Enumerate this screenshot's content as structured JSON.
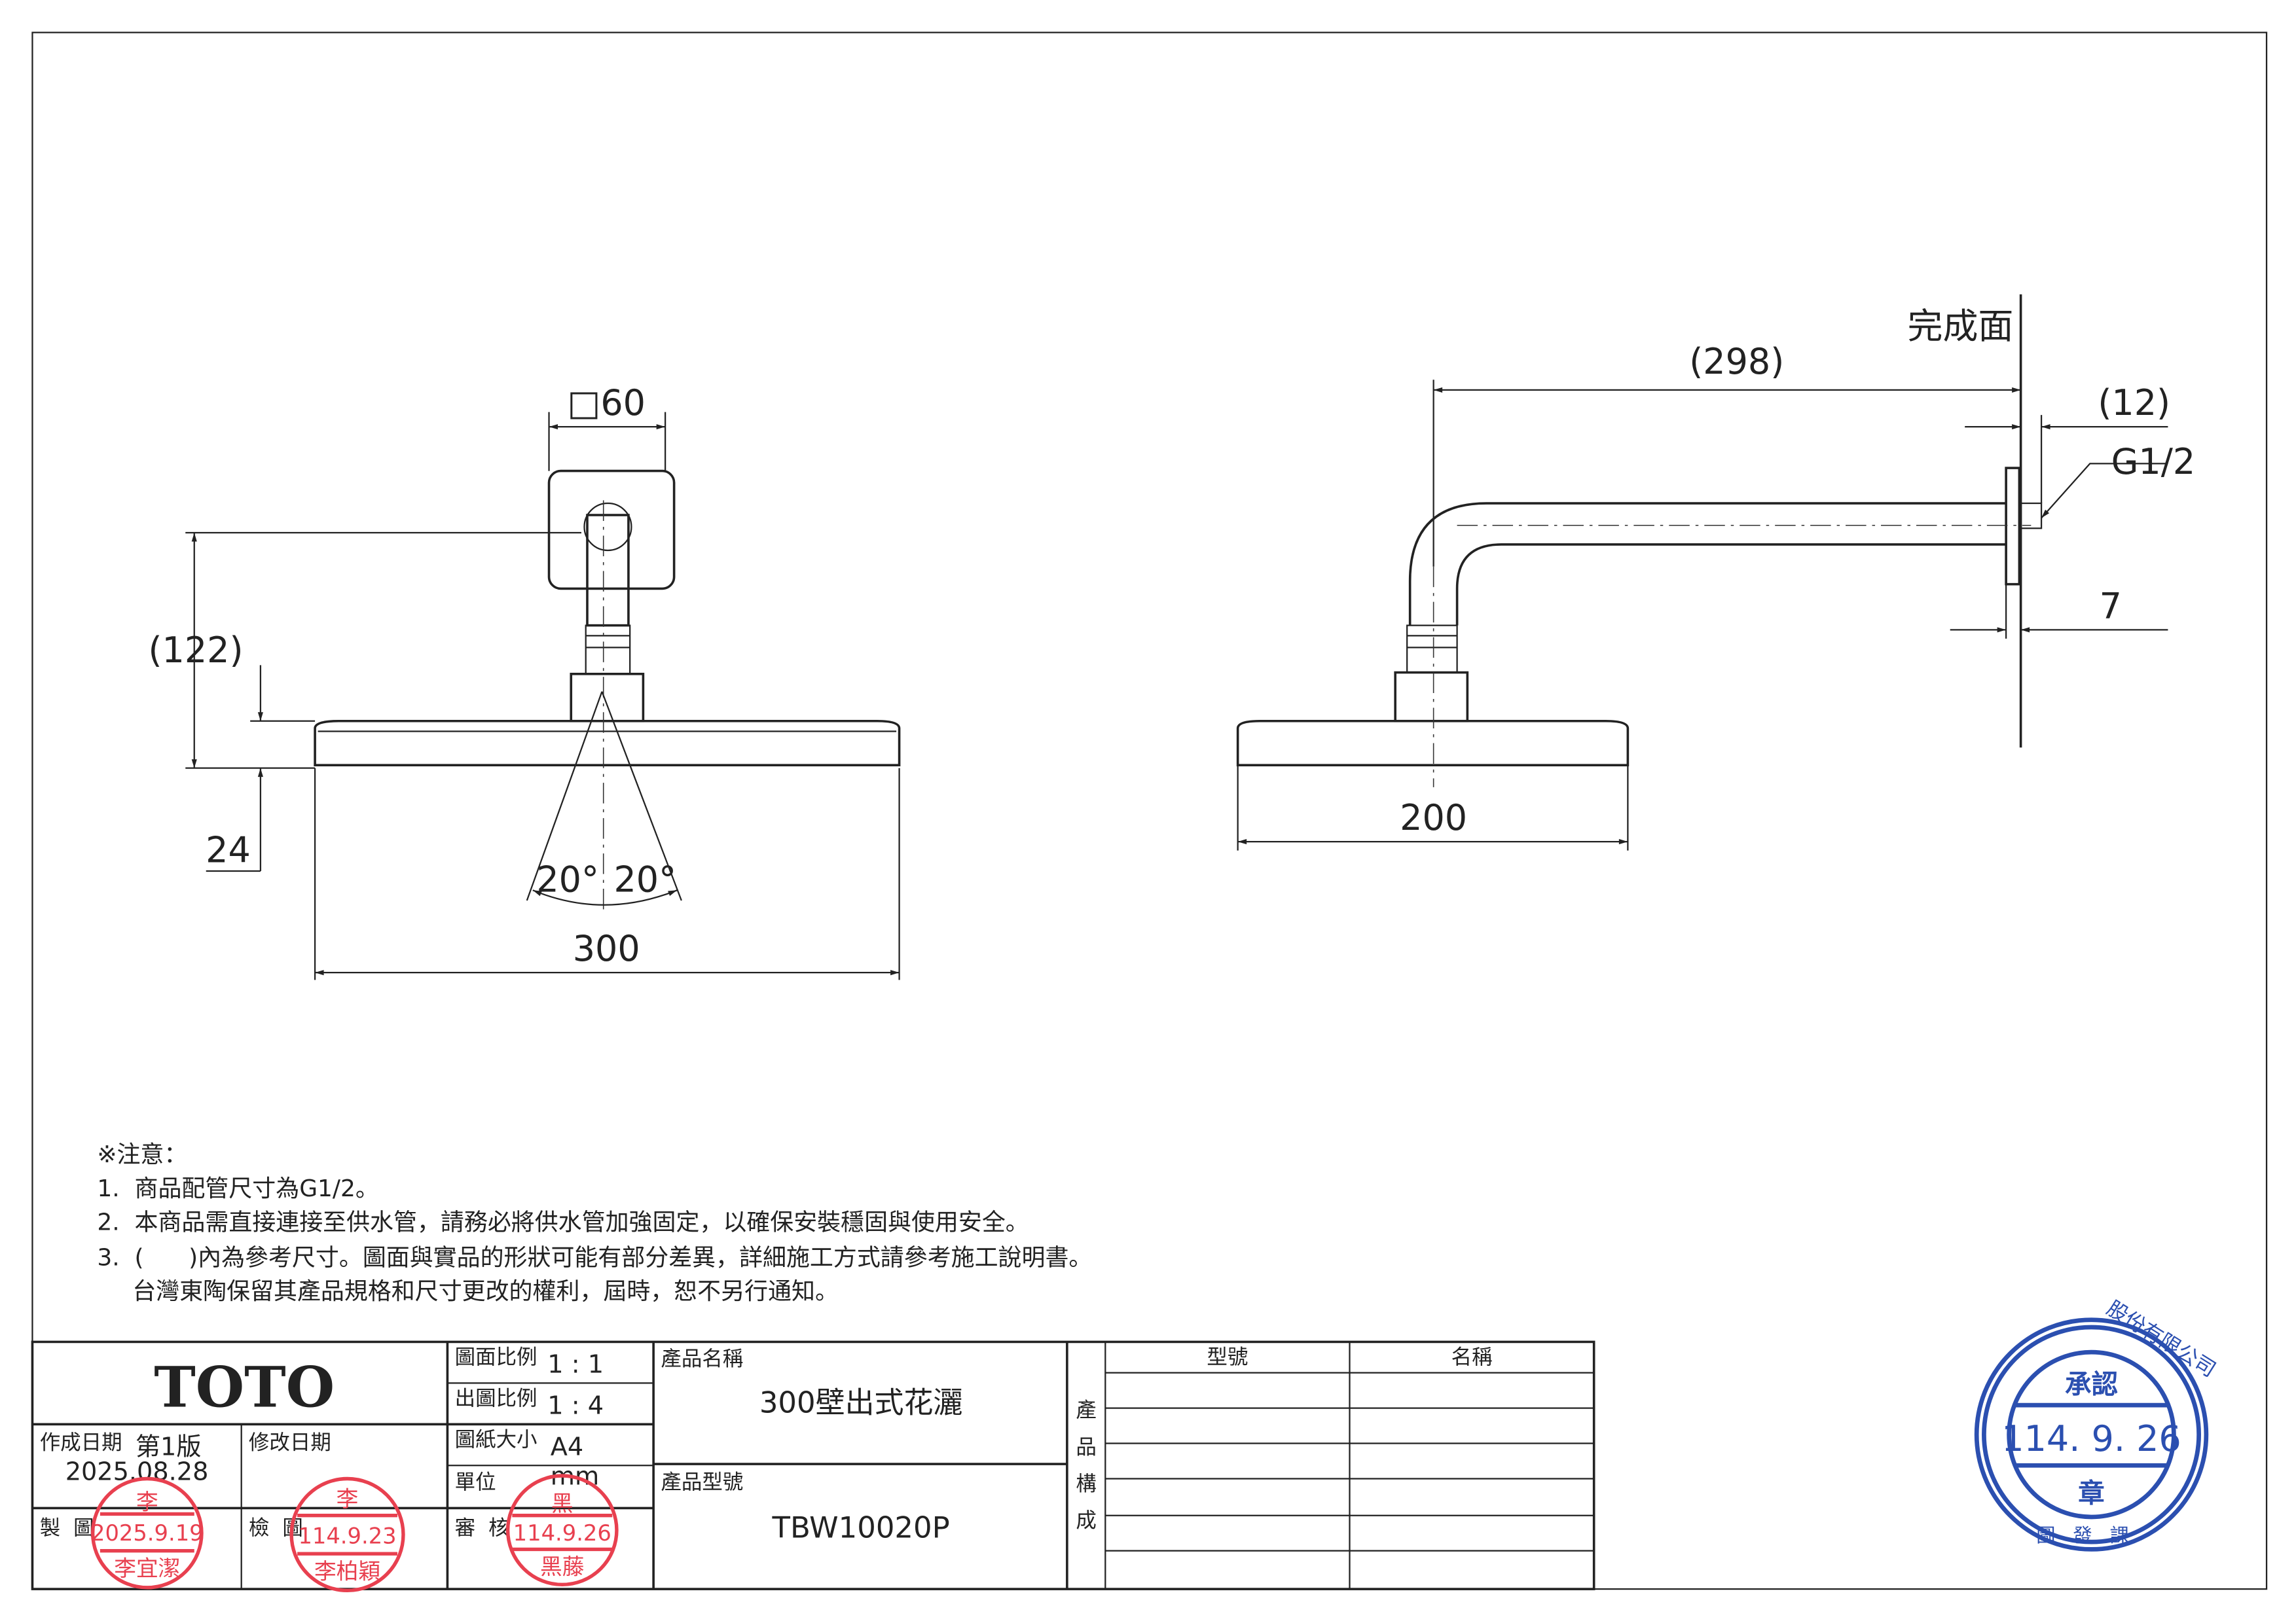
{
  "front_view": {
    "square_dim": "□60",
    "height_dim": "(122)",
    "thickness_dim": "24",
    "angle_left": "20°",
    "angle_right": "20°",
    "width_dim": "300"
  },
  "side_view": {
    "finish_surface": "完成面",
    "arm_length": "(298)",
    "flange_offset": "(12)",
    "thread": "G1/2",
    "flange_thickness": "7",
    "head_width": "200"
  },
  "notes": {
    "title": "※注意：",
    "items": [
      "1.  商品配管尺寸為G1/2。",
      "2.  本商品需直接連接至供水管，請務必將供水管加強固定，以確保安裝穩固與使用安全。",
      "3.  (      )內為參考尺寸。圖面與實品的形狀可能有部分差異，詳細施工方式請參考施工說明書。",
      "台灣東陶保留其產品規格和尺寸更改的權利，屆時，恕不另行通知。"
    ]
  },
  "title_block": {
    "logo": "TOTO",
    "created_label": "作成日期",
    "edition": "第1版",
    "created_date": "2025.08.28",
    "revised_label": "修改日期",
    "drawn_label": "製  圖",
    "checked_label": "檢  圖",
    "reviewed_label": "審  核",
    "scale_label": "圖面比例",
    "scale": "1 : 1",
    "print_scale_label": "出圖比例",
    "print_scale": "1 : 4",
    "paper_label": "圖紙大小",
    "paper": "A4",
    "unit_label": "單位",
    "unit": "mm",
    "product_name_label": "產品名稱",
    "product_name": "300壁出式花灑",
    "product_code_label": "產品型號",
    "product_code": "TBW10020P",
    "composition_label": [
      "產",
      "品",
      "構",
      "成"
    ],
    "model_header": "型號",
    "name_header": "名稱"
  },
  "stamps": {
    "drawn": {
      "top": "李",
      "date": "2025.9.19",
      "name": "李宜潔"
    },
    "checked": {
      "top": "李",
      "date": "114.9.23",
      "name": "李柏穎"
    },
    "reviewed": {
      "top": "黑",
      "date": "114.9.26",
      "name": "黑藤"
    },
    "approval": {
      "ring": "股份有限公司",
      "title": "承認",
      "date": "114. 9. 26",
      "seal": "章",
      "dept": "圖發課"
    }
  },
  "colors": {
    "stamp_red": "#e8404f",
    "stamp_blue": "#2b4fb0",
    "ink": "#222222"
  }
}
